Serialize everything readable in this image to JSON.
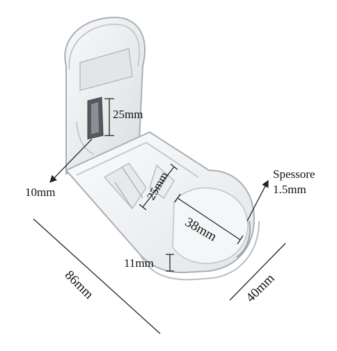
{
  "image": {
    "subject": "transparent-pill-cutter",
    "colors": {
      "background": "#ffffff",
      "plastic_edge": "#a9afb4",
      "plastic_fill": "#eef1f3",
      "dimension_line": "#222222",
      "blade": "#555a60"
    }
  },
  "labels": {
    "blade_height": "25mm",
    "slot_depth": "10mm",
    "inner_width": "25mm",
    "tray_length": "38mm",
    "wall_height": "11mm",
    "total_length": "86mm",
    "total_width": "40mm",
    "thickness_title": "Spessore",
    "thickness_value": "1.5mm"
  }
}
